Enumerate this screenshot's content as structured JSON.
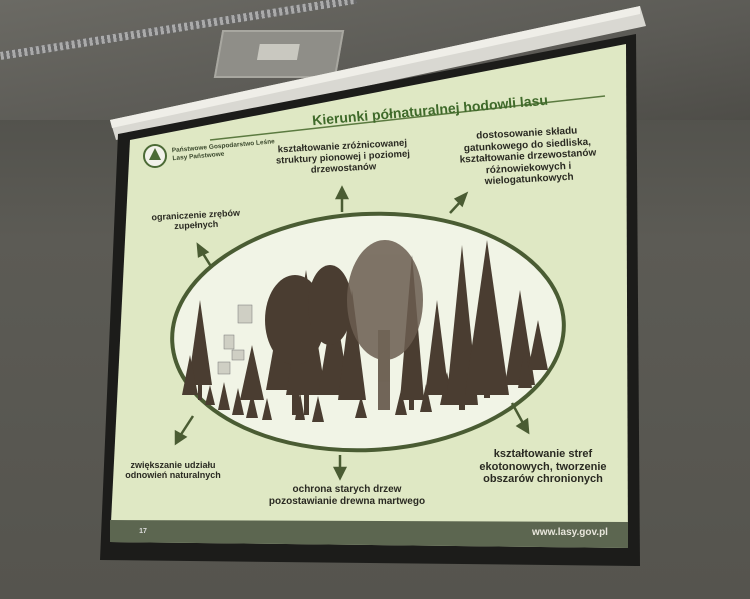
{
  "slide": {
    "title": "Kierunki półnaturalnej hodowli lasu",
    "logo_line1": "Państwowe Gospodarstwo Leśne",
    "logo_line2": "Lasy Państwowe",
    "items": {
      "top": "kształtowanie zróżnicowanej struktury pionowej i poziomej drzewostanów",
      "top_right": "dostosowanie składu gatunkowego do siedliska, kształtowanie drzewostanów różnowiekowych i wielogatunkowych",
      "top_left": "ograniczenie zrębów zupełnych",
      "bottom_left": "zwiększanie udziału odnowień naturalnych",
      "bottom": "ochrona starych drzew pozostawianie drewna martwego",
      "bottom_right": "kształtowanie stref ekotonowych, tworzenie obszarów chronionych"
    },
    "page_number": "17",
    "url": "www.lasy.gov.pl"
  },
  "colors": {
    "slide_bg": "#dfe8c4",
    "title_green": "#3f6a2a",
    "footer_bar": "#5c6650",
    "tree_dark": "#4a3d31"
  }
}
